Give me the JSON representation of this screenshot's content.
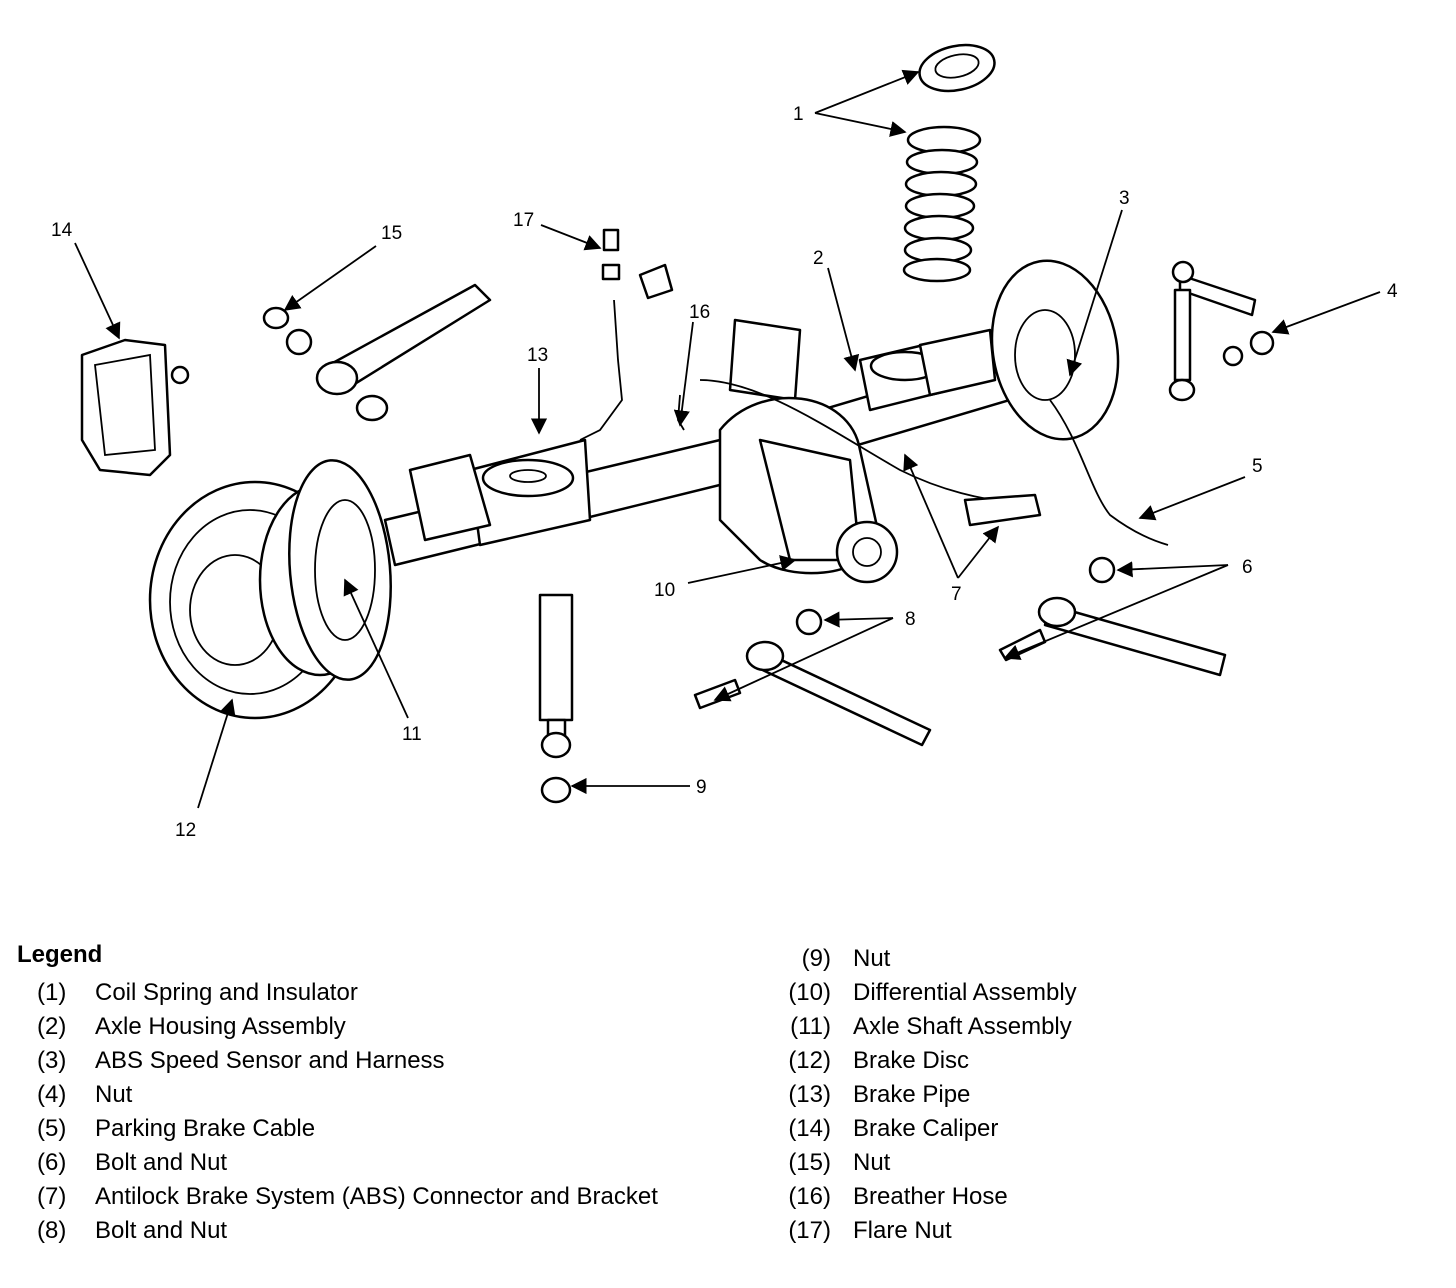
{
  "callouts": [
    "1",
    "2",
    "3",
    "4",
    "5",
    "6",
    "7",
    "8",
    "9",
    "10",
    "11",
    "12",
    "13",
    "14",
    "15",
    "16",
    "17"
  ],
  "legend": {
    "title": "Legend",
    "left": [
      {
        "num": "(1)",
        "text": "Coil Spring and Insulator"
      },
      {
        "num": "(2)",
        "text": "Axle Housing Assembly"
      },
      {
        "num": "(3)",
        "text": "ABS Speed Sensor and Harness"
      },
      {
        "num": "(4)",
        "text": "Nut"
      },
      {
        "num": "(5)",
        "text": "Parking Brake Cable"
      },
      {
        "num": "(6)",
        "text": "Bolt and Nut"
      },
      {
        "num": "(7)",
        "text": "Antilock Brake System (ABS) Connector and Bracket"
      },
      {
        "num": "(8)",
        "text": "Bolt and Nut"
      }
    ],
    "right": [
      {
        "num": "(9)",
        "text": "Nut"
      },
      {
        "num": "(10)",
        "text": "Differential Assembly"
      },
      {
        "num": "(11)",
        "text": "Axle Shaft Assembly"
      },
      {
        "num": "(12)",
        "text": "Brake Disc"
      },
      {
        "num": "(13)",
        "text": "Brake Pipe"
      },
      {
        "num": "(14)",
        "text": "Brake Caliper"
      },
      {
        "num": "(15)",
        "text": "Nut"
      },
      {
        "num": "(16)",
        "text": "Breather Hose"
      },
      {
        "num": "(17)",
        "text": "Flare Nut"
      }
    ]
  }
}
